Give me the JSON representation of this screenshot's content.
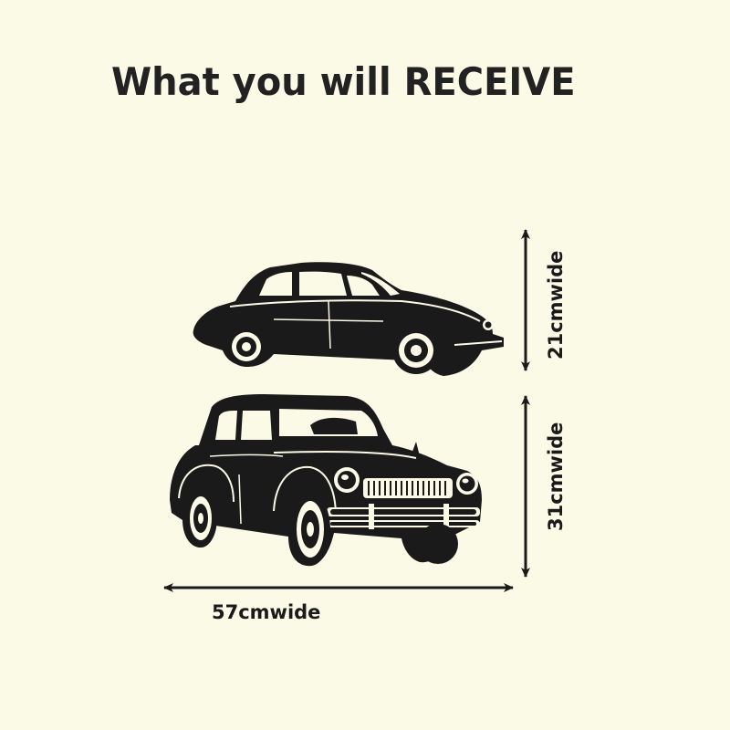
{
  "title": "What you will RECEIVE",
  "dimensions": {
    "car1_height": "21cmwide",
    "car2_height": "31cmwide",
    "total_width": "57cmwide"
  },
  "colors": {
    "background": "#fbfae6",
    "ink": "#1a1a1a"
  }
}
